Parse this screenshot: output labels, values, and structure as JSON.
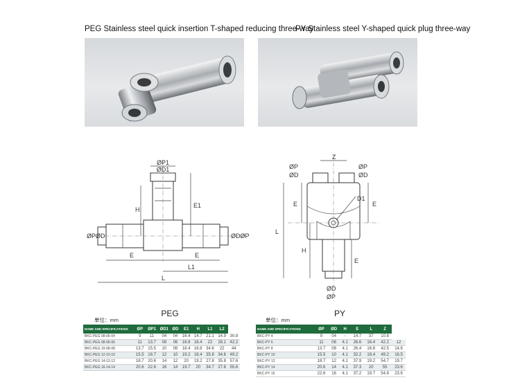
{
  "captions": {
    "peg": "PEG Stainless steel quick insertion T-shaped reducing three-way",
    "py": "PY    Stainless steel Y-shaped quick  plug three-way"
  },
  "peg_drawing": {
    "labels": {
      "p1": "ØP1",
      "d1": "ØD1",
      "h": "H",
      "e1": "E1",
      "pd_left": "ØPØD",
      "dp_right": "ØDØP",
      "e_left": "E",
      "e_right": "E",
      "l1": "L1",
      "l": "L"
    }
  },
  "py_drawing": {
    "labels": {
      "z": "Z",
      "p_left": "ØP",
      "p_right": "ØP",
      "d_left": "ØD",
      "d_right": "ØD",
      "e_left": "E",
      "e_right": "E",
      "d1": "D1",
      "l": "L",
      "h": "H",
      "e_bottom": "E",
      "d_bottom": "ØD",
      "p_bottom": "ØP"
    }
  },
  "peg_table": {
    "title": "PEG",
    "unit": "单位：mm",
    "headers": [
      "NAME AND SPECIFICATIONS",
      "ØP",
      "ØP1",
      "ØD1",
      "ØD",
      "E1",
      "H",
      "L1",
      "L2"
    ],
    "rows": [
      [
        "BKC-PEG 08-06-04",
        "9",
        "11",
        "04",
        "04",
        "16.4",
        "14.7",
        "21.1",
        "14.9",
        "30.8"
      ],
      [
        "BKC-PEG 08-06-06",
        "11",
        "13.7",
        "08",
        "06",
        "16.8",
        "16.4",
        "22",
        "28.1",
        "42.2"
      ],
      [
        "BKC-PEG 10-08-08",
        "13.7",
        "15.5",
        "10",
        "08",
        "18.4",
        "16.8",
        "34.6",
        "22",
        "44"
      ],
      [
        "BKC-PEG 12-10-10",
        "15.5",
        "18.7",
        "12",
        "10",
        "19.2",
        "18.4",
        "35.8",
        "34.6",
        "49.2"
      ],
      [
        "BKC-PEG 14-12-12",
        "18.7",
        "20.6",
        "14",
        "12",
        "20",
        "19.2",
        "27.8",
        "35.8",
        "57.6"
      ],
      [
        "BKC-PEG 16-14-14",
        "20.6",
        "22.6",
        "16",
        "14",
        "19.7",
        "20",
        "34.7",
        "27.8",
        "55.6"
      ]
    ]
  },
  "py_table": {
    "title": "PY",
    "unit": "单位：mm",
    "headers": [
      "NAME AND SPECIFICATIONS",
      "ØP",
      "ØD",
      "H",
      "E",
      "L",
      "Z"
    ],
    "rows": [
      [
        "BKC-PY 4",
        "9",
        "04",
        "-",
        "14.7",
        "37",
        "10.8"
      ],
      [
        "BKC-PY 6",
        "11",
        "06",
        "4.1",
        "26.6",
        "16.4",
        "42.2",
        "12"
      ],
      [
        "BKC-PY 8",
        "13.7",
        "08",
        "4.1",
        "26.4",
        "16.8",
        "42.5",
        "14.6"
      ],
      [
        "BKC-PY 10",
        "15.5",
        "10",
        "4.1",
        "32.2",
        "18.4",
        "49.2",
        "16.5"
      ],
      [
        "BKC-PY 12",
        "18.7",
        "12",
        "4.1",
        "37.9",
        "19.2",
        "54.7",
        "19.7"
      ],
      [
        "BKC-PY 14",
        "20.6",
        "14",
        "4.1",
        "37.3",
        "20",
        "55",
        "23.6"
      ],
      [
        "BKC-PY 16",
        "22.6",
        "16",
        "4.1",
        "37.2",
        "19.7",
        "54.8",
        "23.6"
      ]
    ]
  }
}
